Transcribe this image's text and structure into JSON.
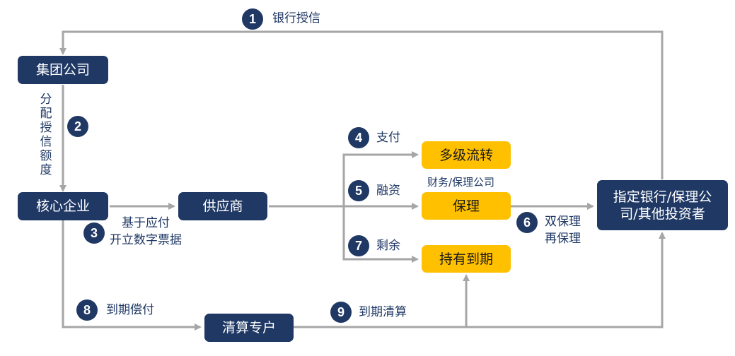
{
  "colors": {
    "node_dark": "#1f3864",
    "node_gold": "#ffc000",
    "connector": "#a6a6a6",
    "label_text": "#1f3864"
  },
  "nodes": {
    "group_company": "集团公司",
    "core_enterprise": "核心企业",
    "supplier": "供应商",
    "multi_level_circulation": "多级流转",
    "factoring": "保理",
    "hold_to_maturity": "持有到期",
    "clearing_account": "清算专户",
    "designated_bank": "指定银行/保理公司/其他投资者"
  },
  "steps": [
    {
      "num": "1",
      "label": "银行授信"
    },
    {
      "num": "2",
      "label": "分配授信额度"
    },
    {
      "num": "3",
      "label_line1": "基于应付",
      "label_line2": "开立数字票据"
    },
    {
      "num": "4",
      "label": "支付"
    },
    {
      "num": "5",
      "label": "融资"
    },
    {
      "num": "6",
      "label_line1": "双保理",
      "label_line2": "再保理"
    },
    {
      "num": "7",
      "label": "剩余"
    },
    {
      "num": "8",
      "label": "到期偿付"
    },
    {
      "num": "9",
      "label": "到期清算"
    }
  ],
  "sublabels": {
    "finance_factoring_company": "财务/保理公司"
  }
}
